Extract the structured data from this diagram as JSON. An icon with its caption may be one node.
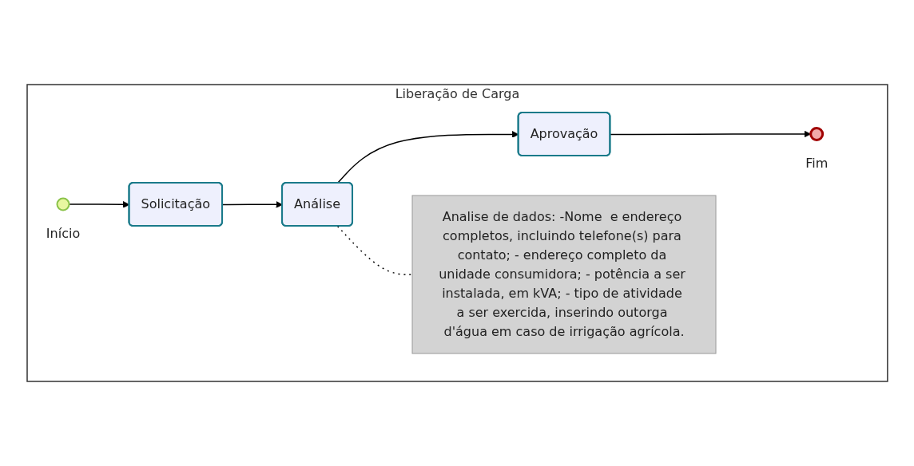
{
  "diagram": {
    "nodes": [
      {
        "text": [
          "Liberação de Carga"
        ]
      },
      {
        "text": [],
        "shape": "circle",
        "beside": [
          "Início"
        ],
        "in": 0
      },
      {
        "text": [
          "Solicitação"
        ],
        "in": 0
      },
      {
        "text": [
          "Análise"
        ],
        "in": 0
      },
      {
        "text": [
          "Aprovação"
        ],
        "in": 0
      },
      {
        "text": [],
        "shape": "circle",
        "beside": [
          "Fim"
        ],
        "in": 0
      },
      {
        "text": [
          "Analise de dados: -Nome  e endereço completos, incluindo telefone(s) para contato; - endereço completo da unidade consumidora; - potência a ser instalada, em kVA; - tipo de atividade a ser exercida, inserindo outorga d'água em caso de irrigação agrícola."
        ],
        "in": 0
      }
    ],
    "edges": [
      {
        "from": 1,
        "to": 2,
        "arrow": "to"
      },
      {
        "from": 2,
        "to": 3,
        "arrow": "to"
      },
      {
        "from": 3,
        "to": 4,
        "arrow": "to"
      },
      {
        "from": 4,
        "to": 5,
        "arrow": "to"
      },
      {
        "from": 3,
        "to": 6,
        "arrow": "none",
        "style": "dashed"
      }
    ]
  }
}
